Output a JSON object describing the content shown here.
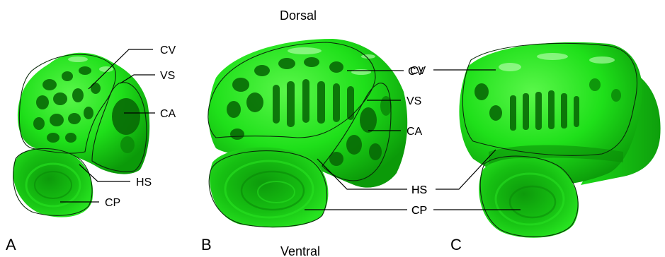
{
  "orientation": {
    "top": "Dorsal",
    "bottom": "Ventral"
  },
  "panels": [
    {
      "letter": "A",
      "labels": {
        "cv": "CV",
        "vs": "VS",
        "ca": "CA",
        "hs": "HS",
        "cp": "CP"
      }
    },
    {
      "letter": "B",
      "labels": {
        "cv": "CV",
        "vs": "VS",
        "ca": "CA",
        "hs": "HS",
        "cp": "CP"
      }
    },
    {
      "letter": "C",
      "labels": {
        "cv": "CV",
        "hs": "HS",
        "cp": "CP"
      }
    }
  ],
  "colors": {
    "tissue": "#1ee61a",
    "tissue_dark": "#0c9a0a",
    "tissue_light": "#7dff6e",
    "line": "#000000"
  }
}
